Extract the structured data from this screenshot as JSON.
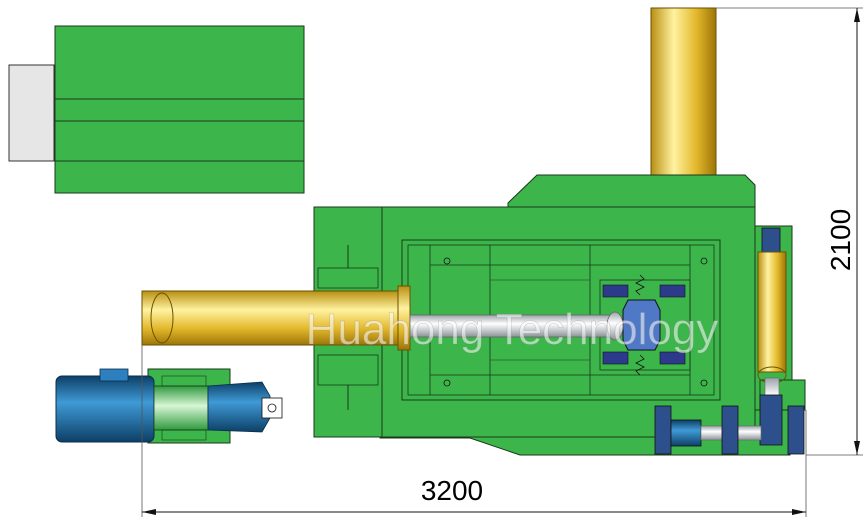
{
  "dimensions": {
    "width_label": "3200",
    "height_label": "2100"
  },
  "watermark": "Huahong Technology",
  "colors": {
    "machine_green": "#3cb54a",
    "outline": "#1a3a1a",
    "cylinder_gold": "#e8c43a",
    "motor_blue": "#1f6fa8",
    "piston_gray": "#d9dde0",
    "hopper_gray": "#e6e6e6"
  },
  "components": [
    {
      "name": "hopper-block",
      "label": ""
    },
    {
      "name": "main-press-box",
      "label": ""
    },
    {
      "name": "vertical-cylinder",
      "label": ""
    },
    {
      "name": "horizontal-cylinder",
      "label": ""
    },
    {
      "name": "motor-pump-unit",
      "label": ""
    },
    {
      "name": "side-cylinder",
      "label": ""
    }
  ]
}
